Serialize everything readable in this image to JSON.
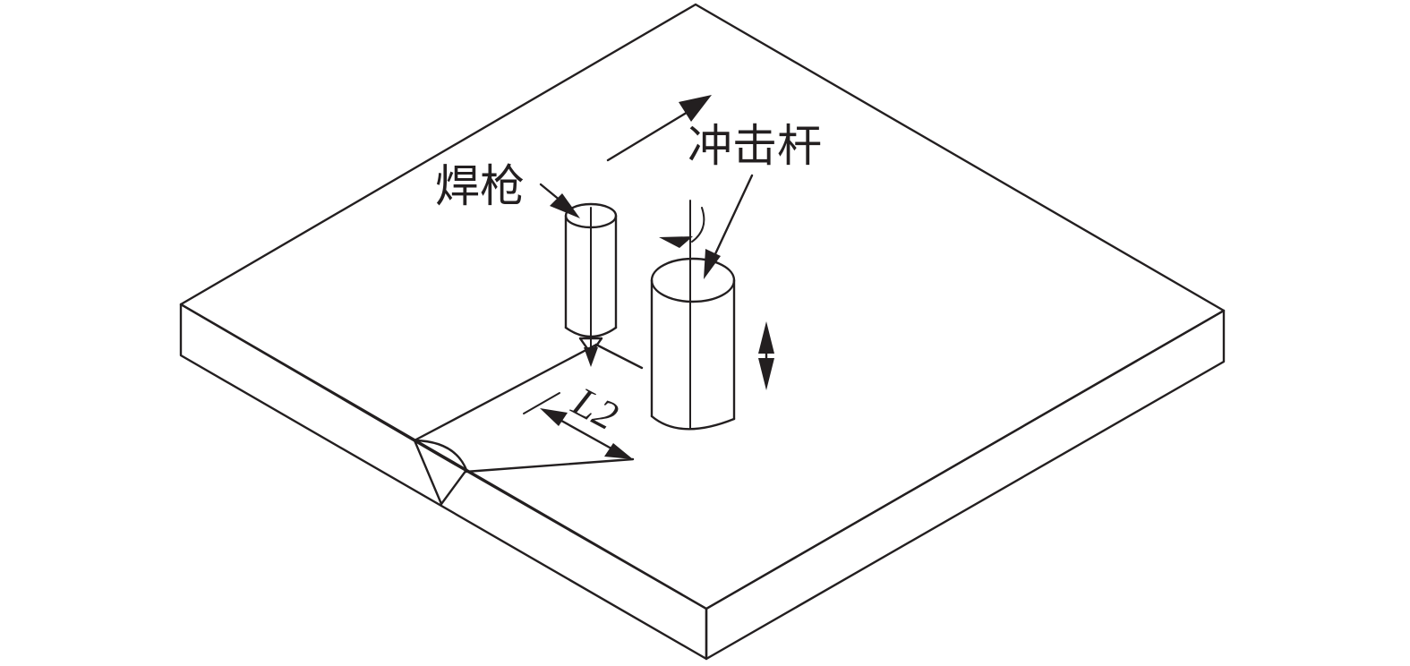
{
  "labels": {
    "welding_torch": "焊枪",
    "impact_rod": "冲击杆",
    "distance_symbol": "L2"
  },
  "colors": {
    "stroke": "#231f20",
    "background": "#ffffff"
  }
}
